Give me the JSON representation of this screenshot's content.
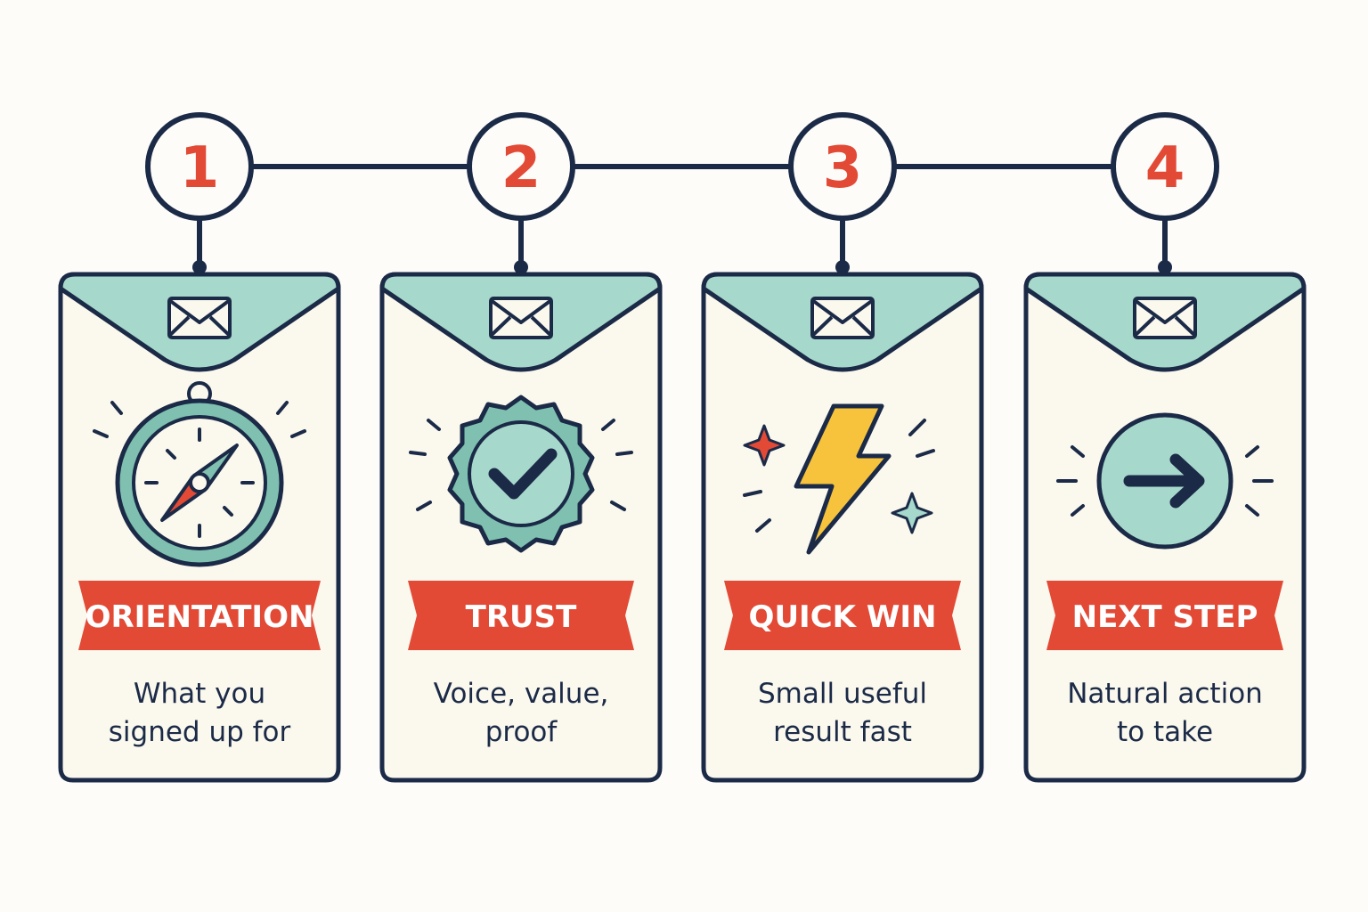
{
  "colors": {
    "navy": "#1b2a47",
    "red": "#e24a36",
    "teal": "#a7d8cc",
    "cream": "#fbf8ee",
    "yellow": "#f7c33c"
  },
  "steps": [
    {
      "number": "1",
      "icon": "envelope-icon",
      "illustration": "compass-icon",
      "label": "ORIENTATION",
      "description_line1": "What you",
      "description_line2": "signed up for"
    },
    {
      "number": "2",
      "icon": "envelope-icon",
      "illustration": "check-badge-icon",
      "label": "TRUST",
      "description_line1": "Voice, value,",
      "description_line2": "proof"
    },
    {
      "number": "3",
      "icon": "envelope-icon",
      "illustration": "lightning-bolt-icon",
      "label": "QUICK WIN",
      "description_line1": "Small useful",
      "description_line2": "result fast"
    },
    {
      "number": "4",
      "icon": "envelope-icon",
      "illustration": "arrow-circle-icon",
      "label": "NEXT STEP",
      "description_line1": "Natural action",
      "description_line2": "to take"
    }
  ]
}
